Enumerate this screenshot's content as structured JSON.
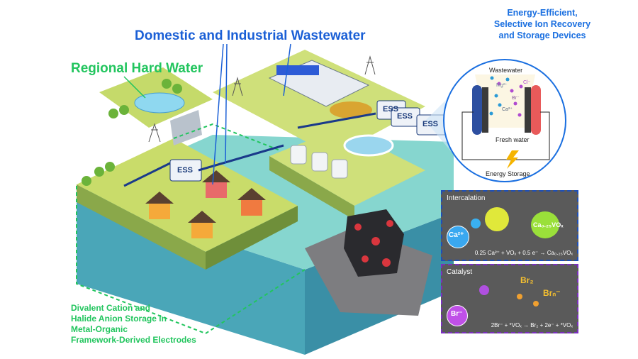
{
  "labels": {
    "domestic": "Domestic and Industrial Wastewater",
    "regional": "Regional Hard Water",
    "device_title": [
      "Energy-Efficient,",
      "Selective Ion Recovery",
      "and Storage Devices"
    ],
    "bottom": [
      "Divalent Cation and",
      "Halide Anion Storage in",
      "Metal-Organic",
      "Framework-Derived Electrodes"
    ],
    "ess": "ESS"
  },
  "device": {
    "top": "Wastewater",
    "bottom": "Fresh water",
    "storage": "Energy Storage",
    "ions": [
      "Mg²⁺",
      "Cl⁻",
      "Br⁻",
      "Ca²⁺"
    ]
  },
  "panels": {
    "intercalation": {
      "title": "Intercalation",
      "ion": "Ca²⁺",
      "product": "Ca₀.₂₅VOₓ",
      "equation": "0.25 Ca²⁺ + VOₓ + 0.5 e⁻ → Ca₀.₂₅VOₓ"
    },
    "catalyst": {
      "title": "Catalyst",
      "ion": "Br⁻",
      "br2": "Br₂",
      "brn": "Brₙ⁻",
      "equation": "2Br⁻ + *VOₓ → Br₂ + 2e⁻ + *VOₓ"
    }
  },
  "colors": {
    "blue_label": "#1a5fd6",
    "green_label": "#22c55e",
    "intercalation_border": "#1e4fb8",
    "catalyst_border": "#7b2fbf",
    "land": "#c9dc6a",
    "water": "#7fd3cc"
  }
}
